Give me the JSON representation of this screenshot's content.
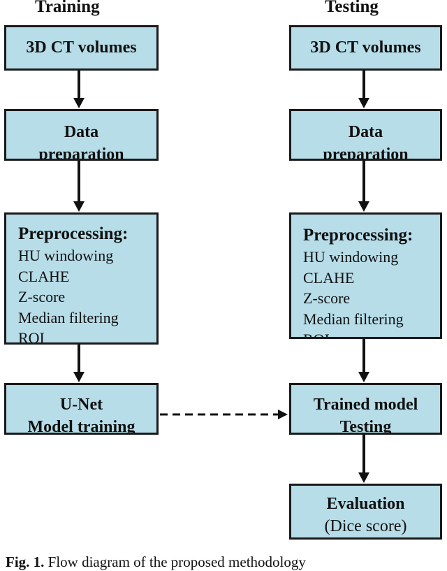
{
  "headers": {
    "training": "Training",
    "testing": "Testing"
  },
  "training": {
    "volumes": "3D CT volumes",
    "prep_line1": "Data",
    "prep_line2": "preparation",
    "preproc_title": "Preprocessing:",
    "preproc_items": [
      "HU windowing",
      "CLAHE",
      "Z-score",
      "Median filtering",
      "ROI"
    ],
    "model_line1": "U-Net",
    "model_line2": "Model training"
  },
  "testing": {
    "volumes": "3D CT volumes",
    "prep_line1": "Data",
    "prep_line2": "preparation",
    "preproc_title": "Preprocessing:",
    "preproc_items": [
      "HU windowing",
      "CLAHE",
      "Z-score",
      "Median filtering",
      "ROI"
    ],
    "model_line1": "Trained model",
    "model_line2": "Testing",
    "eval_line1": "Evaluation",
    "eval_line2": "(Dice score)"
  },
  "caption": {
    "label": "Fig. 1.",
    "text": "Flow diagram of the proposed methodology"
  },
  "colors": {
    "box_fill": "#b7dde8",
    "border": "#1a1a1a"
  }
}
